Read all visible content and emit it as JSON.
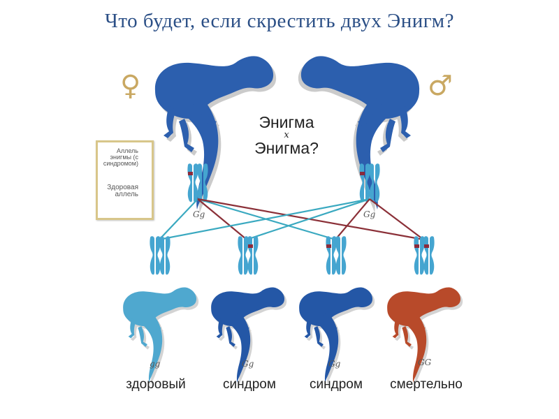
{
  "title": "Что будет,  если скрестить двух Энигм?",
  "female_symbol": "♀",
  "male_symbol": "♂",
  "cross_label": {
    "line1": "Энигма",
    "x": "x",
    "line2": "Энигма?"
  },
  "legend": {
    "enigma_allele": "Аллель энигмы (с синдромом)",
    "healthy_allele": "Здоровая аллель"
  },
  "parent_genotypes": [
    "Gg",
    "Gg"
  ],
  "offspring": [
    {
      "genotype": "gg",
      "phenotype": "здоровый",
      "color": "#4fa8cf"
    },
    {
      "genotype": "Gg",
      "phenotype": "синдром",
      "color": "#2457a6"
    },
    {
      "genotype": "Gg",
      "phenotype": "синдром",
      "color": "#2457a6"
    },
    {
      "genotype": "GG",
      "phenotype": "смертельно",
      "color": "#b84a2a"
    }
  ],
  "colors": {
    "parent_gecko": "#2c5fae",
    "chromosome": "#45a5d0",
    "band_enigma": "#8b2a3a",
    "line_healthy": "#3aa9c0",
    "line_enigma": "#8b3038",
    "title": "#2b4f86",
    "symbol": "#c9a862"
  }
}
